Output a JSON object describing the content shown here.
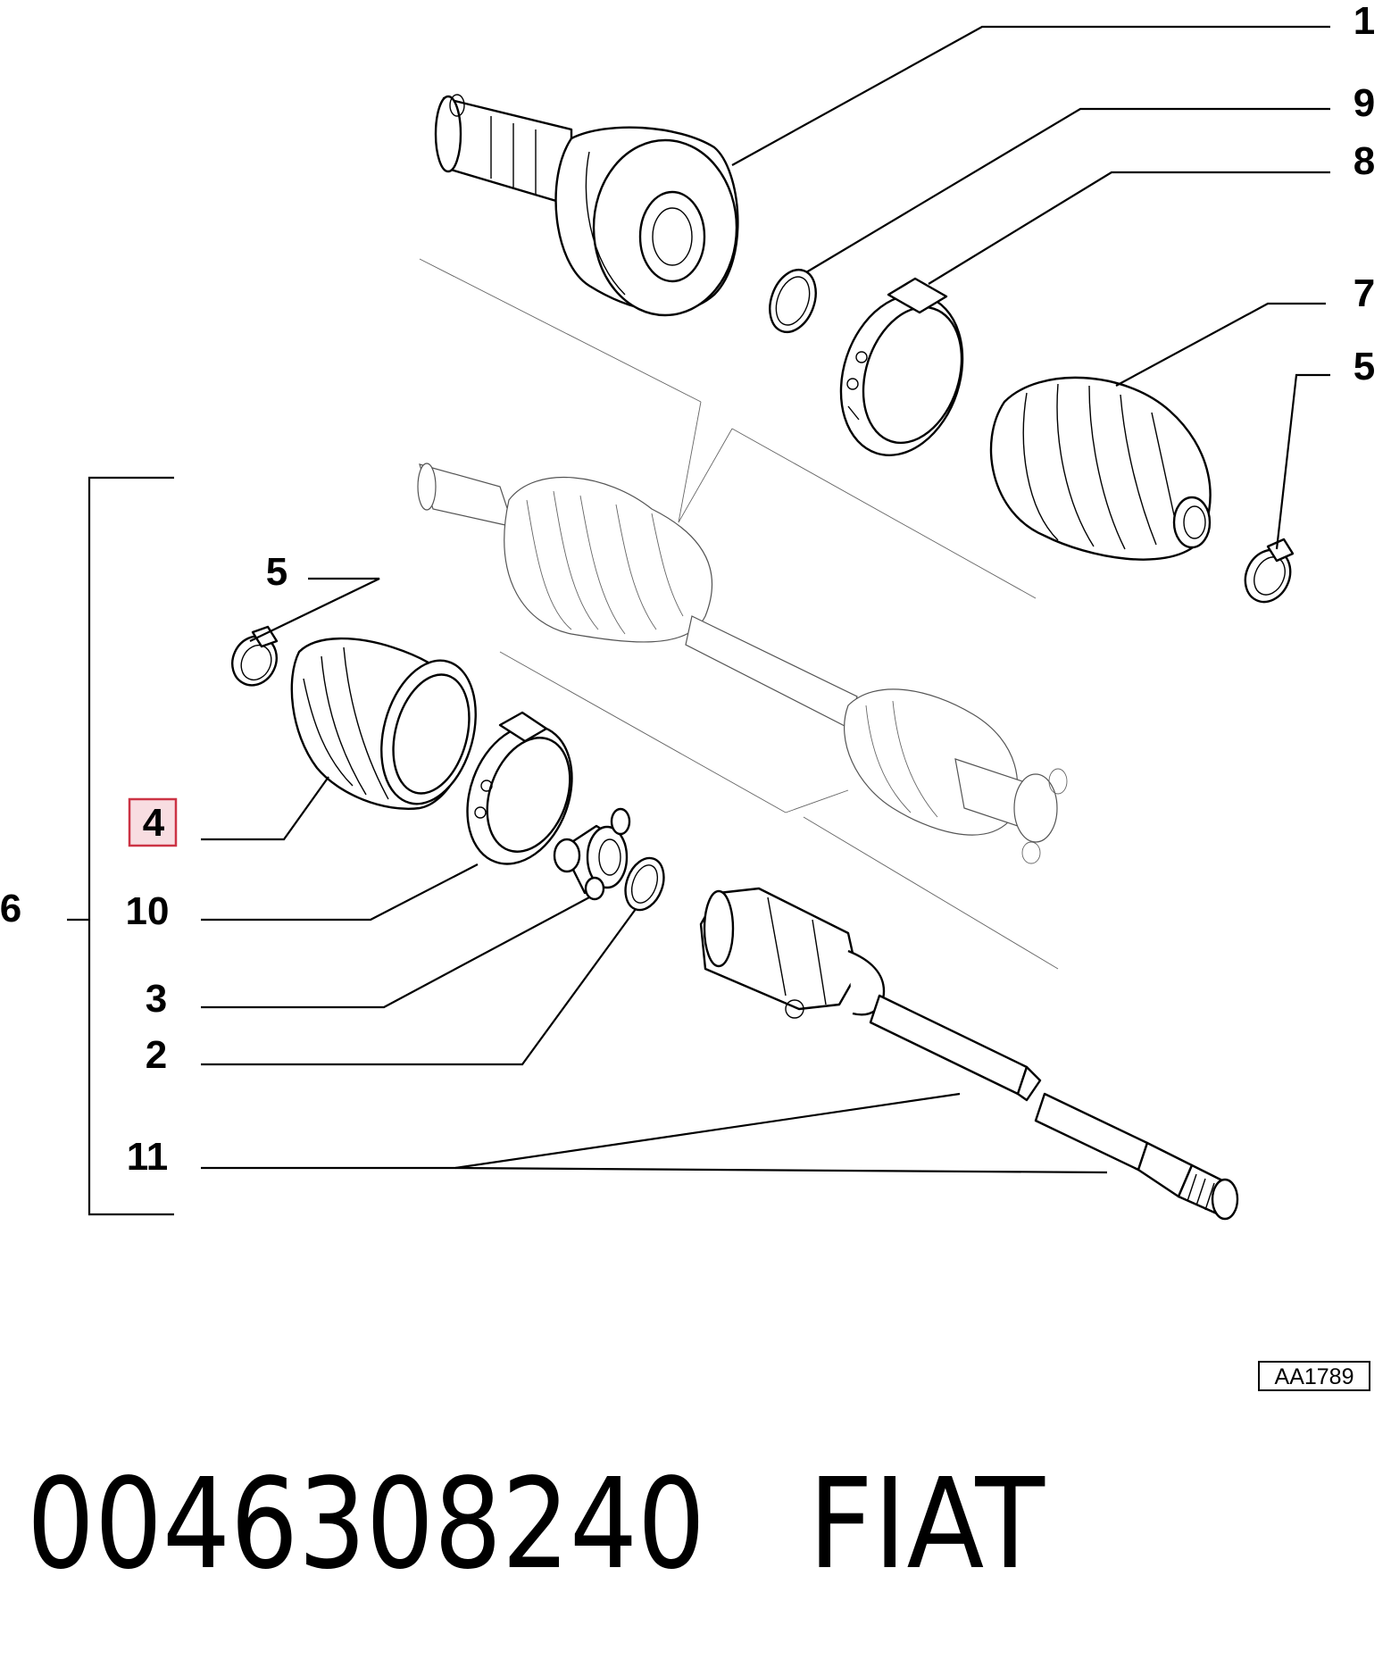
{
  "callouts": {
    "c1": "1",
    "c9": "9",
    "c8": "8",
    "c7": "7",
    "c5_right": "5",
    "c5_left": "5",
    "c4": "4",
    "c6": "6",
    "c10": "10",
    "c3": "3",
    "c2": "2",
    "c11": "11"
  },
  "highlight_color": "#cc3344",
  "highlight_fill": "#f8dde1",
  "drawing_ref": "AA1789",
  "part_number": "0046308240",
  "brand": "FIAT"
}
